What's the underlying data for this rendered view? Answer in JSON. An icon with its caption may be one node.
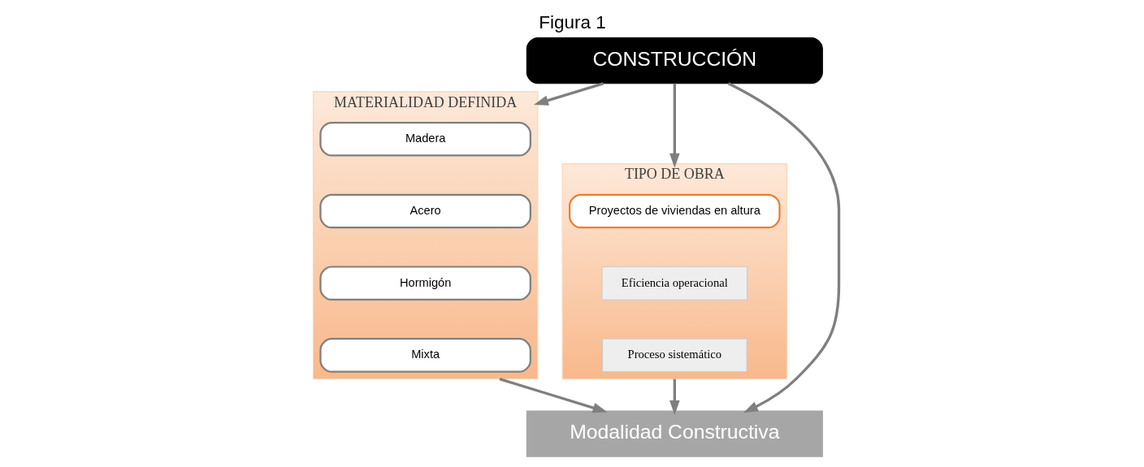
{
  "diagram": {
    "title": "Figura 1",
    "nodes": [
      {
        "text": [
          "CONSTRUCCIÓN"
        ]
      },
      {
        "text": [
          "TIPO DE OBRA"
        ]
      },
      {
        "text": [
          "Proyectos de viviendas en altura"
        ],
        "in": 1
      },
      {
        "text": [
          "Eficiencia operacional"
        ],
        "in": 1
      },
      {
        "text": [
          "Proceso sistemático"
        ],
        "in": 1
      },
      {
        "text": [
          "MATERIALIDAD DEFINIDA"
        ]
      },
      {
        "text": [
          "Madera"
        ],
        "in": 5
      },
      {
        "text": [
          "Acero"
        ],
        "in": 5
      },
      {
        "text": [
          "Hormigón"
        ],
        "in": 5
      },
      {
        "text": [
          "Mixta"
        ],
        "in": 5
      },
      {
        "text": [
          "Modalidad Constructiva"
        ]
      }
    ],
    "edges": [
      {
        "from": 0,
        "to": 1,
        "arrow": "to"
      },
      {
        "from": 0,
        "to": 10,
        "arrow": "to"
      },
      {
        "from": 0,
        "to": 5,
        "arrow": "to"
      },
      {
        "from": 1,
        "to": 10,
        "arrow": "to"
      },
      {
        "from": 5,
        "to": 10,
        "arrow": "to"
      }
    ]
  }
}
